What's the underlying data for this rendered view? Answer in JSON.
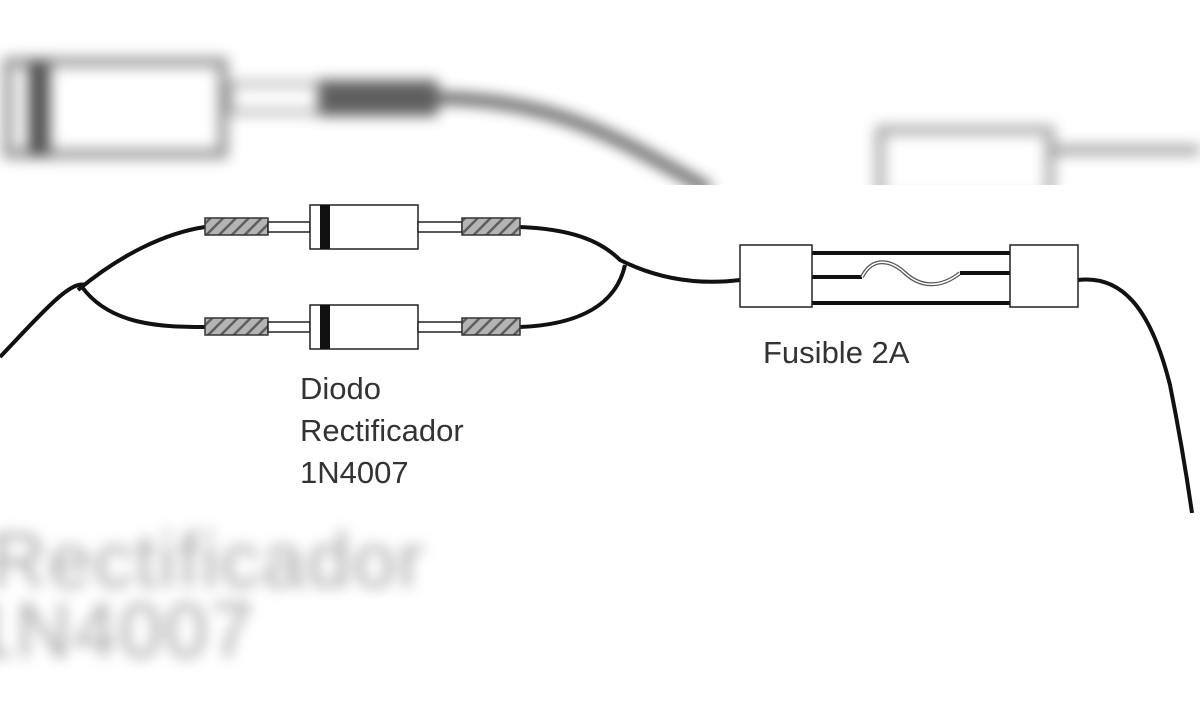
{
  "diagram": {
    "diode_label_line1": "Diodo",
    "diode_label_line2": "Rectificador",
    "diode_label_line3": "1N4007",
    "fuse_label": "Fusible 2A"
  },
  "background": {
    "text_line1": "Rectificador",
    "text_line2": "1N4007"
  },
  "colors": {
    "wire": "#111111",
    "body_outline": "#222222",
    "band": "#111111",
    "lead_hatch": "#7a7a7a",
    "text": "#333333"
  }
}
